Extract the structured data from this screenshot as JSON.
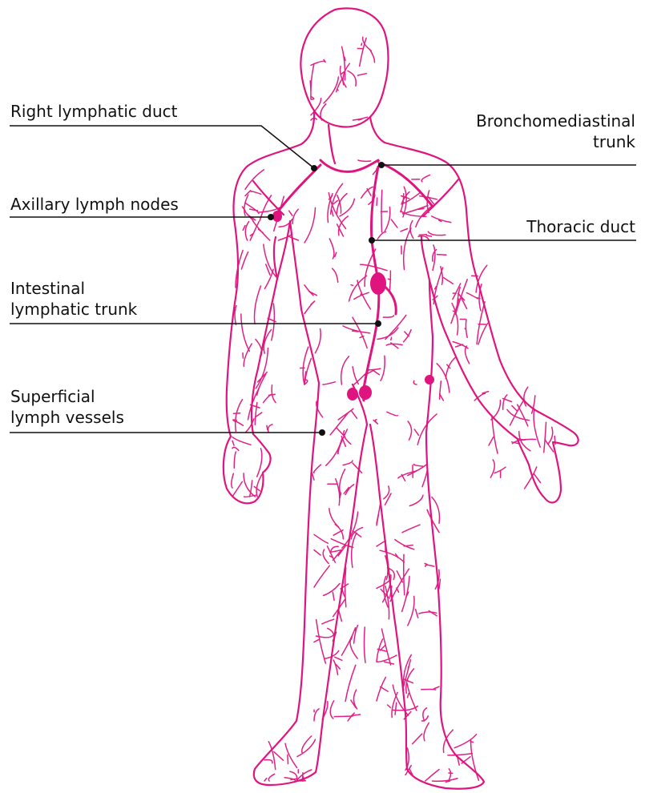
{
  "colors": {
    "lymph": "#e0147f",
    "leader": "#111111",
    "background": "#ffffff"
  },
  "labels": {
    "right_lymphatic_duct": [
      "Right lymphatic duct"
    ],
    "axillary_lymph_nodes": [
      "Axillary lymph nodes"
    ],
    "intestinal_lymphatic_trunk": [
      "Intestinal",
      "lymphatic trunk"
    ],
    "superficial_lymph_vessels": [
      "Superficial",
      "lymph vessels"
    ],
    "bronchomediastinal_trunk": [
      "Bronchomediastinal",
      "trunk"
    ],
    "thoracic_duct": [
      "Thoracic duct"
    ]
  }
}
